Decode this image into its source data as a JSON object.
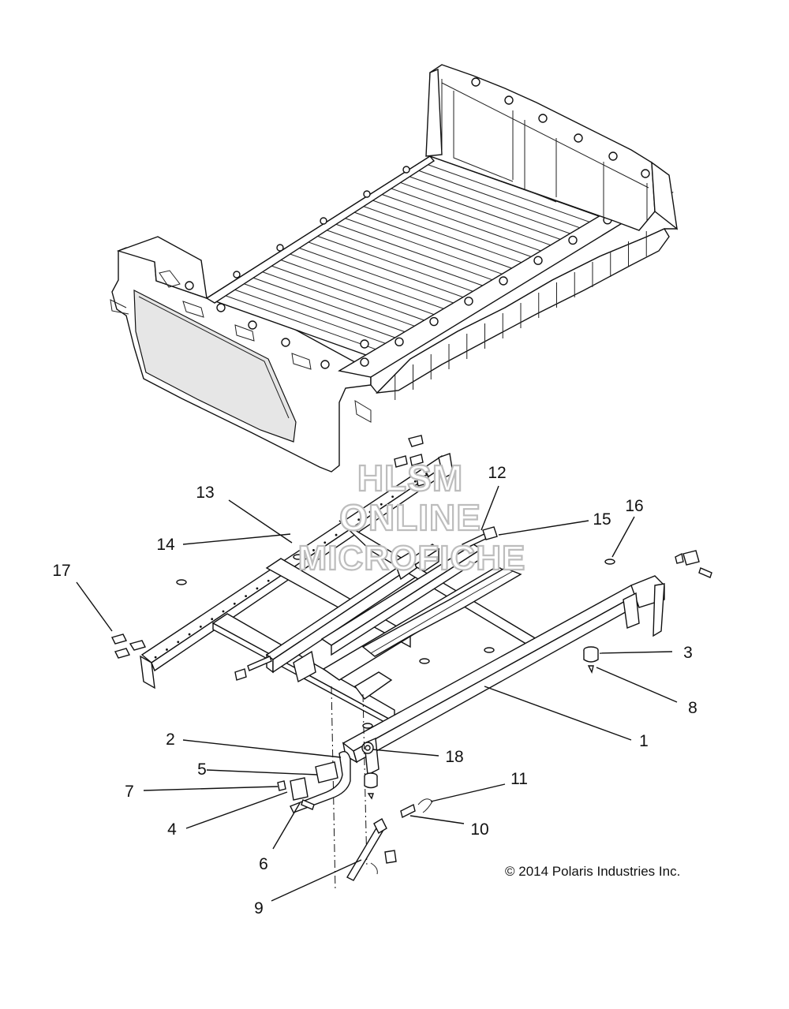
{
  "diagram": {
    "watermark": [
      "HLSM",
      "ONLINE",
      "MICROFICHE"
    ],
    "copyright": "© 2014 Polaris Industries Inc.",
    "callouts": [
      {
        "label": "1",
        "part": "frame-rail"
      },
      {
        "label": "2",
        "part": "latch-handle"
      },
      {
        "label": "3",
        "part": "bumper-pad"
      },
      {
        "label": "4",
        "part": "latch-bushing"
      },
      {
        "label": "5",
        "part": "handle-grip"
      },
      {
        "label": "6",
        "part": "bolt"
      },
      {
        "label": "7",
        "part": "nut"
      },
      {
        "label": "8",
        "part": "screw"
      },
      {
        "label": "9",
        "part": "gas-strut"
      },
      {
        "label": "10",
        "part": "pin"
      },
      {
        "label": "11",
        "part": "clip"
      },
      {
        "label": "12",
        "part": "bolt"
      },
      {
        "label": "13",
        "part": "rivet"
      },
      {
        "label": "14",
        "part": "rail"
      },
      {
        "label": "15",
        "part": "nut"
      },
      {
        "label": "16",
        "part": "rivet"
      },
      {
        "label": "17",
        "part": "bolt-set"
      },
      {
        "label": "18",
        "part": "bushing"
      }
    ]
  }
}
